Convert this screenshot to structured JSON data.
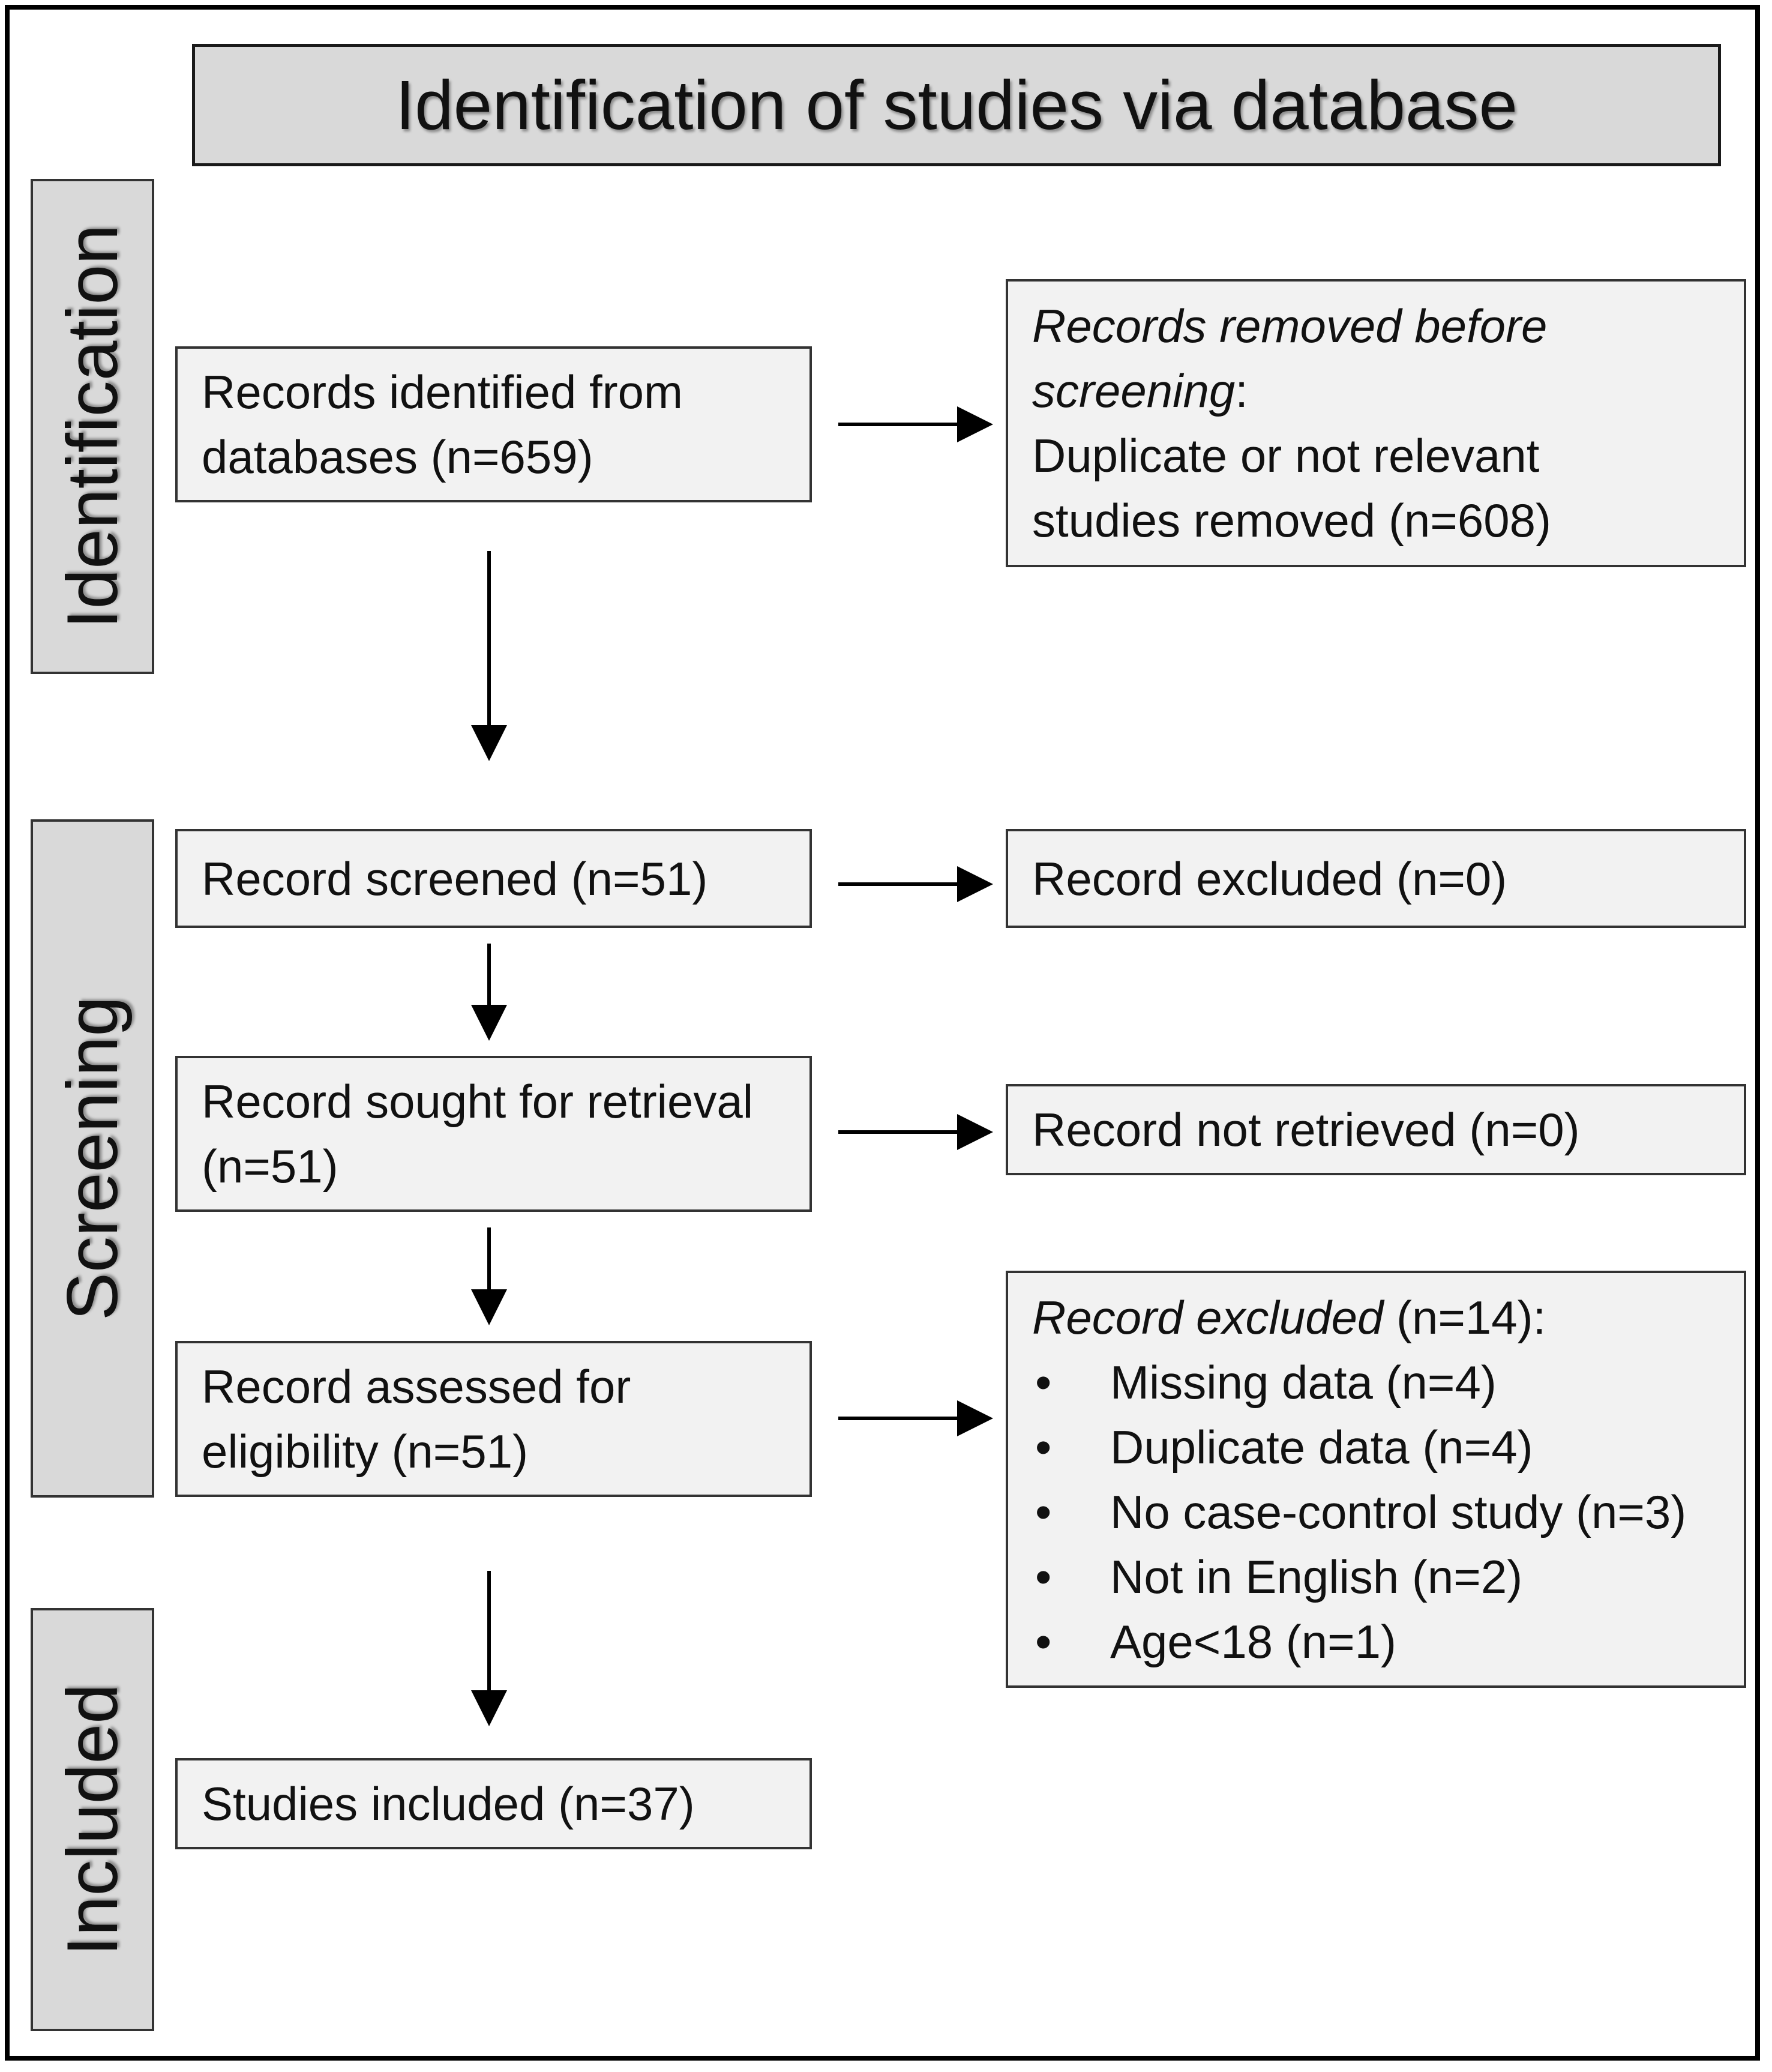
{
  "header": {
    "title": "Identification of studies via database"
  },
  "phases": {
    "identification": "Identification",
    "screening": "Screening",
    "included": "Included"
  },
  "boxes": {
    "records_identified": {
      "line1": "Records identified from",
      "line2": "databases (n=659)"
    },
    "records_removed": {
      "italic_line1": "Records removed before",
      "italic_line2": "screening",
      "colon": ":",
      "line3": "Duplicate or not relevant",
      "line4": "studies removed (n=608)"
    },
    "record_screened": {
      "text": "Record screened (n=51)"
    },
    "record_excluded": {
      "text": "Record excluded (n=0)"
    },
    "record_sought": {
      "line1": "Record sought for retrieval",
      "line2": "(n=51)"
    },
    "record_not_retrieved": {
      "text": "Record not retrieved  (n=0)"
    },
    "record_assessed": {
      "line1": "Record assessed for",
      "line2": "eligibility (n=51)"
    },
    "record_excluded_reasons": {
      "italic_label": "Record excluded",
      "label_rest": " (n=14):",
      "reasons": [
        "Missing data (n=4)",
        "Duplicate data (n=4)",
        "No case-control study (n=3)",
        "Not in English (n=2)",
        "Age<18 (n=1)"
      ]
    },
    "studies_included": {
      "text": "Studies included (n=37)"
    }
  },
  "colors": {
    "header_fill": "#d9d9d9",
    "phase_fill": "#d9d9d9",
    "box_fill": "#f2f2f2",
    "border": "#333333",
    "arrow": "#000000"
  }
}
